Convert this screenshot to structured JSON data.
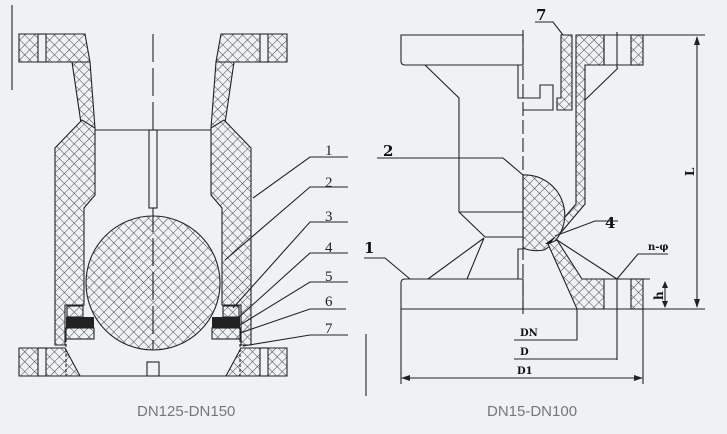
{
  "left_figure": {
    "caption": "DN125-DN150",
    "part_labels": [
      "1",
      "2",
      "3",
      "4",
      "5",
      "6",
      "7"
    ]
  },
  "right_figure": {
    "caption": "DN15-DN100",
    "part_labels": {
      "seven": "7",
      "two": "2",
      "one": "1",
      "four": "4"
    },
    "dimensions": {
      "L": "L",
      "h": "h",
      "n_phi": "n-φ",
      "DN": "DN",
      "D": "D",
      "D1": "D1"
    }
  }
}
